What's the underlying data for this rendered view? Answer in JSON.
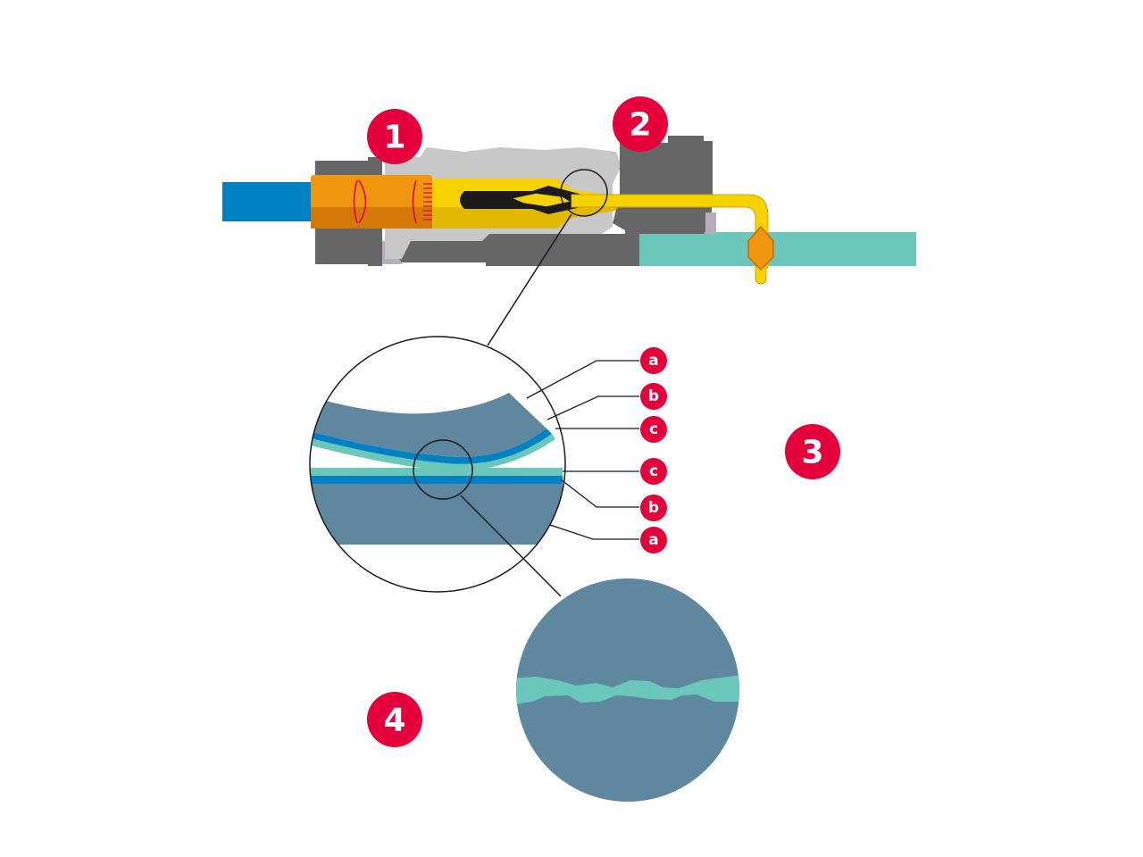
{
  "colors": {
    "accent_red": "#E4003A",
    "cable_blue": "#0081C4",
    "board_teal": "#6AC7BA",
    "housing_dark": "#666666",
    "housing_light": "#C8C8C8",
    "contact_yellow": "#F5D200",
    "crimp_orange": "#F0960E",
    "metal_grey_blue": "#5F87A0",
    "outline": "#1A1A1A"
  },
  "callouts": [
    {
      "id": "1",
      "label": "1"
    },
    {
      "id": "2",
      "label": "2"
    },
    {
      "id": "3",
      "label": "3"
    },
    {
      "id": "4",
      "label": "4"
    }
  ],
  "layer_labels": {
    "upper": [
      "a",
      "b",
      "c"
    ],
    "lower": [
      "c",
      "b",
      "a"
    ]
  }
}
